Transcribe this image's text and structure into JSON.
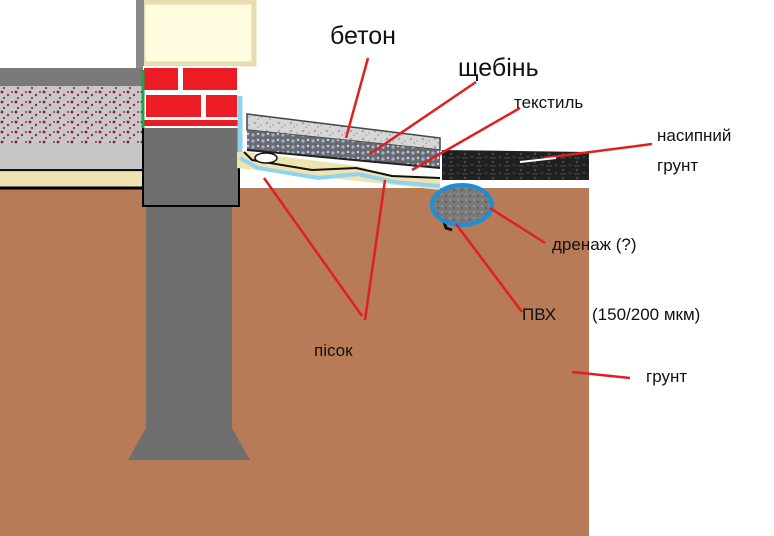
{
  "labels": {
    "concrete": "бетон",
    "gravel": "щебінь",
    "textile": "текстиль",
    "fill_soil_line1": "насипний",
    "fill_soil_line2": "грунт",
    "drainage": "дренаж (?)",
    "pvc": "ПВХ",
    "pvc_thickness": "(150/200 мкм)",
    "sand": "пісок",
    "soil": "грунт"
  },
  "colors": {
    "soil": "#b87b58",
    "foundation": "#6f6f6f",
    "brick": "#ec1c24",
    "leader_line": "#e02020",
    "membrane": "#8fd3f0",
    "drain_outline": "#1a8fdc",
    "sand": "#efe4b0"
  }
}
